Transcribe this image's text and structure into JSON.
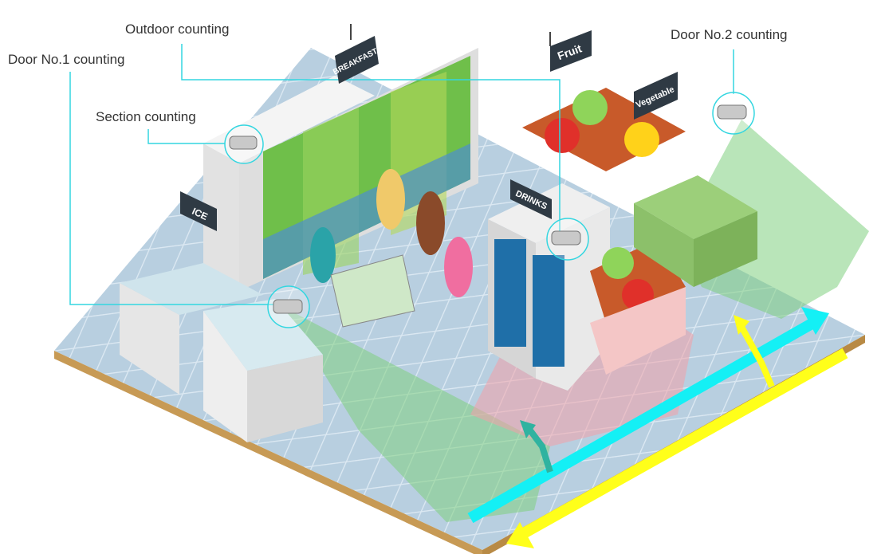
{
  "callouts": {
    "outdoor": "Outdoor counting",
    "door1": "Door No.1 counting",
    "door2": "Door No.2 counting",
    "section": "Section counting"
  },
  "signs": {
    "breakfast": "BREAKFAST",
    "fruit": "Fruit",
    "vegetable": "Vegetable",
    "drinks": "DRINKS",
    "ice": "ICE"
  },
  "colors": {
    "callout_line": "#33d6e0",
    "floor": "#b8cfe0",
    "floor_grid": "#dbe8f2",
    "floor_edge": "#c79a55",
    "coverage_green": "#7fcf7f",
    "coverage_pink": "#f2a0a8",
    "arrow_cyan": "#14f0f5",
    "arrow_yellow": "#ffff1a"
  },
  "icons": [
    "camera-icon",
    "arrow-icon"
  ]
}
